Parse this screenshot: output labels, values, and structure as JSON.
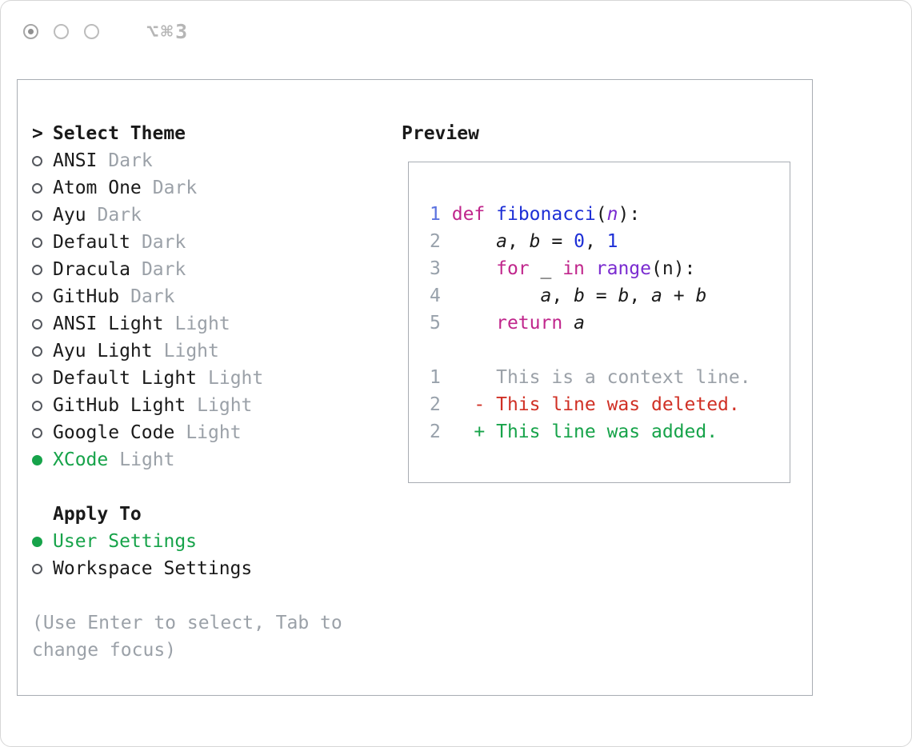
{
  "titlebar": {
    "shortcut": "⌥⌘3"
  },
  "panel": {
    "theme_list": {
      "prompt_char": ">",
      "title": "Select Theme",
      "items": [
        {
          "name": "ANSI",
          "variant": "Dark",
          "selected": false
        },
        {
          "name": "Atom One",
          "variant": "Dark",
          "selected": false
        },
        {
          "name": "Ayu",
          "variant": "Dark",
          "selected": false
        },
        {
          "name": "Default",
          "variant": "Dark",
          "selected": false
        },
        {
          "name": "Dracula",
          "variant": "Dark",
          "selected": false
        },
        {
          "name": "GitHub",
          "variant": "Dark",
          "selected": false
        },
        {
          "name": "ANSI Light",
          "variant": "Light",
          "selected": false
        },
        {
          "name": "Ayu Light",
          "variant": "Light",
          "selected": false
        },
        {
          "name": "Default Light",
          "variant": "Light",
          "selected": false
        },
        {
          "name": "GitHub Light",
          "variant": "Light",
          "selected": false
        },
        {
          "name": "Google Code",
          "variant": "Light",
          "selected": false
        },
        {
          "name": "XCode",
          "variant": "Light",
          "selected": true
        }
      ]
    },
    "apply_to": {
      "title": "Apply To",
      "options": [
        {
          "label": "User Settings",
          "selected": true
        },
        {
          "label": "Workspace Settings",
          "selected": false
        }
      ]
    },
    "hint": "(Use Enter to select, Tab to change focus)"
  },
  "preview": {
    "title": "Preview",
    "lines": [
      {
        "num": "1",
        "active": true,
        "tokens": [
          {
            "t": "def",
            "c": "kw"
          },
          {
            "t": " "
          },
          {
            "t": "fibonacci",
            "c": "fn"
          },
          {
            "t": "("
          },
          {
            "t": "n",
            "c": "param"
          },
          {
            "t": "):"
          }
        ]
      },
      {
        "num": "2",
        "tokens": [
          {
            "t": "    "
          },
          {
            "t": "a",
            "c": "var"
          },
          {
            "t": ", "
          },
          {
            "t": "b",
            "c": "var"
          },
          {
            "t": " = "
          },
          {
            "t": "0",
            "c": "numlit"
          },
          {
            "t": ", "
          },
          {
            "t": "1",
            "c": "numlit"
          }
        ]
      },
      {
        "num": "3",
        "tokens": [
          {
            "t": "    "
          },
          {
            "t": "for",
            "c": "kw"
          },
          {
            "t": " _ "
          },
          {
            "t": "in",
            "c": "kw"
          },
          {
            "t": " "
          },
          {
            "t": "range",
            "c": "builtin"
          },
          {
            "t": "(n):"
          }
        ]
      },
      {
        "num": "4",
        "tokens": [
          {
            "t": "        "
          },
          {
            "t": "a",
            "c": "var"
          },
          {
            "t": ", "
          },
          {
            "t": "b",
            "c": "var"
          },
          {
            "t": " = "
          },
          {
            "t": "b",
            "c": "var"
          },
          {
            "t": ", "
          },
          {
            "t": "a",
            "c": "var"
          },
          {
            "t": " + "
          },
          {
            "t": "b",
            "c": "var"
          }
        ]
      },
      {
        "num": "5",
        "tokens": [
          {
            "t": "    "
          },
          {
            "t": "return",
            "c": "kw"
          },
          {
            "t": " "
          },
          {
            "t": "a",
            "c": "var"
          }
        ]
      },
      {
        "num": "",
        "tokens": []
      },
      {
        "num": "1",
        "tokens": [
          {
            "t": "    This is a context line.",
            "c": "ctx"
          }
        ]
      },
      {
        "num": "2",
        "tokens": [
          {
            "t": "  - This line was deleted.",
            "c": "del"
          }
        ]
      },
      {
        "num": "2",
        "tokens": [
          {
            "t": "  + This line was added.",
            "c": "add"
          }
        ]
      }
    ]
  },
  "colors": {
    "green": "#17a34a",
    "gray": "#9ba1a8",
    "red": "#d03025",
    "keyword": "#c0268c",
    "func": "#1d2fd6",
    "number": "#1d2fd6",
    "builtin": "#7a2bd0",
    "line_number": "#98a1ab",
    "line_number_active": "#5b72df",
    "border": "#a8adb3"
  }
}
